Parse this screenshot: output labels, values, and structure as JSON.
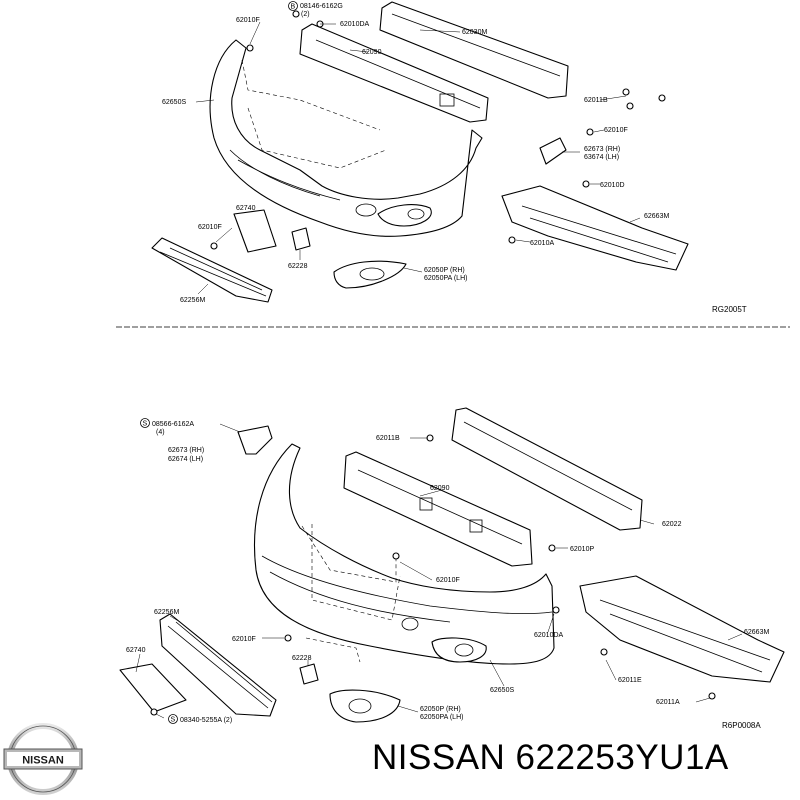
{
  "caption": "NISSAN 622253YU1A",
  "logo_text": "NISSAN",
  "top_diagram": {
    "ref_code": "RG2005T",
    "labels": [
      "62010F",
      "08146-6162G",
      "(2)",
      "62010DA",
      "62030M",
      "62090",
      "62650S",
      "62011B",
      "62010F",
      "62673 (RH)",
      "63674 (LH)",
      "62010D",
      "62663M",
      "62010A",
      "62740",
      "62010F",
      "62228",
      "62050P (RH)",
      "62050PA (LH)",
      "62256M"
    ]
  },
  "bottom_diagram": {
    "ref_code": "R6P0008A",
    "labels": [
      "08566-6162A",
      "(4)",
      "62673 (RH)",
      "62674 (LH)",
      "62011B",
      "62090",
      "62022",
      "62010P",
      "62010F",
      "62256M",
      "62010F",
      "62740",
      "62228",
      "62010DA",
      "62663M",
      "62011E",
      "62650S",
      "62050P (RH)",
      "62050PA (LH)",
      "62011A",
      "08340-5255A (2)"
    ]
  }
}
